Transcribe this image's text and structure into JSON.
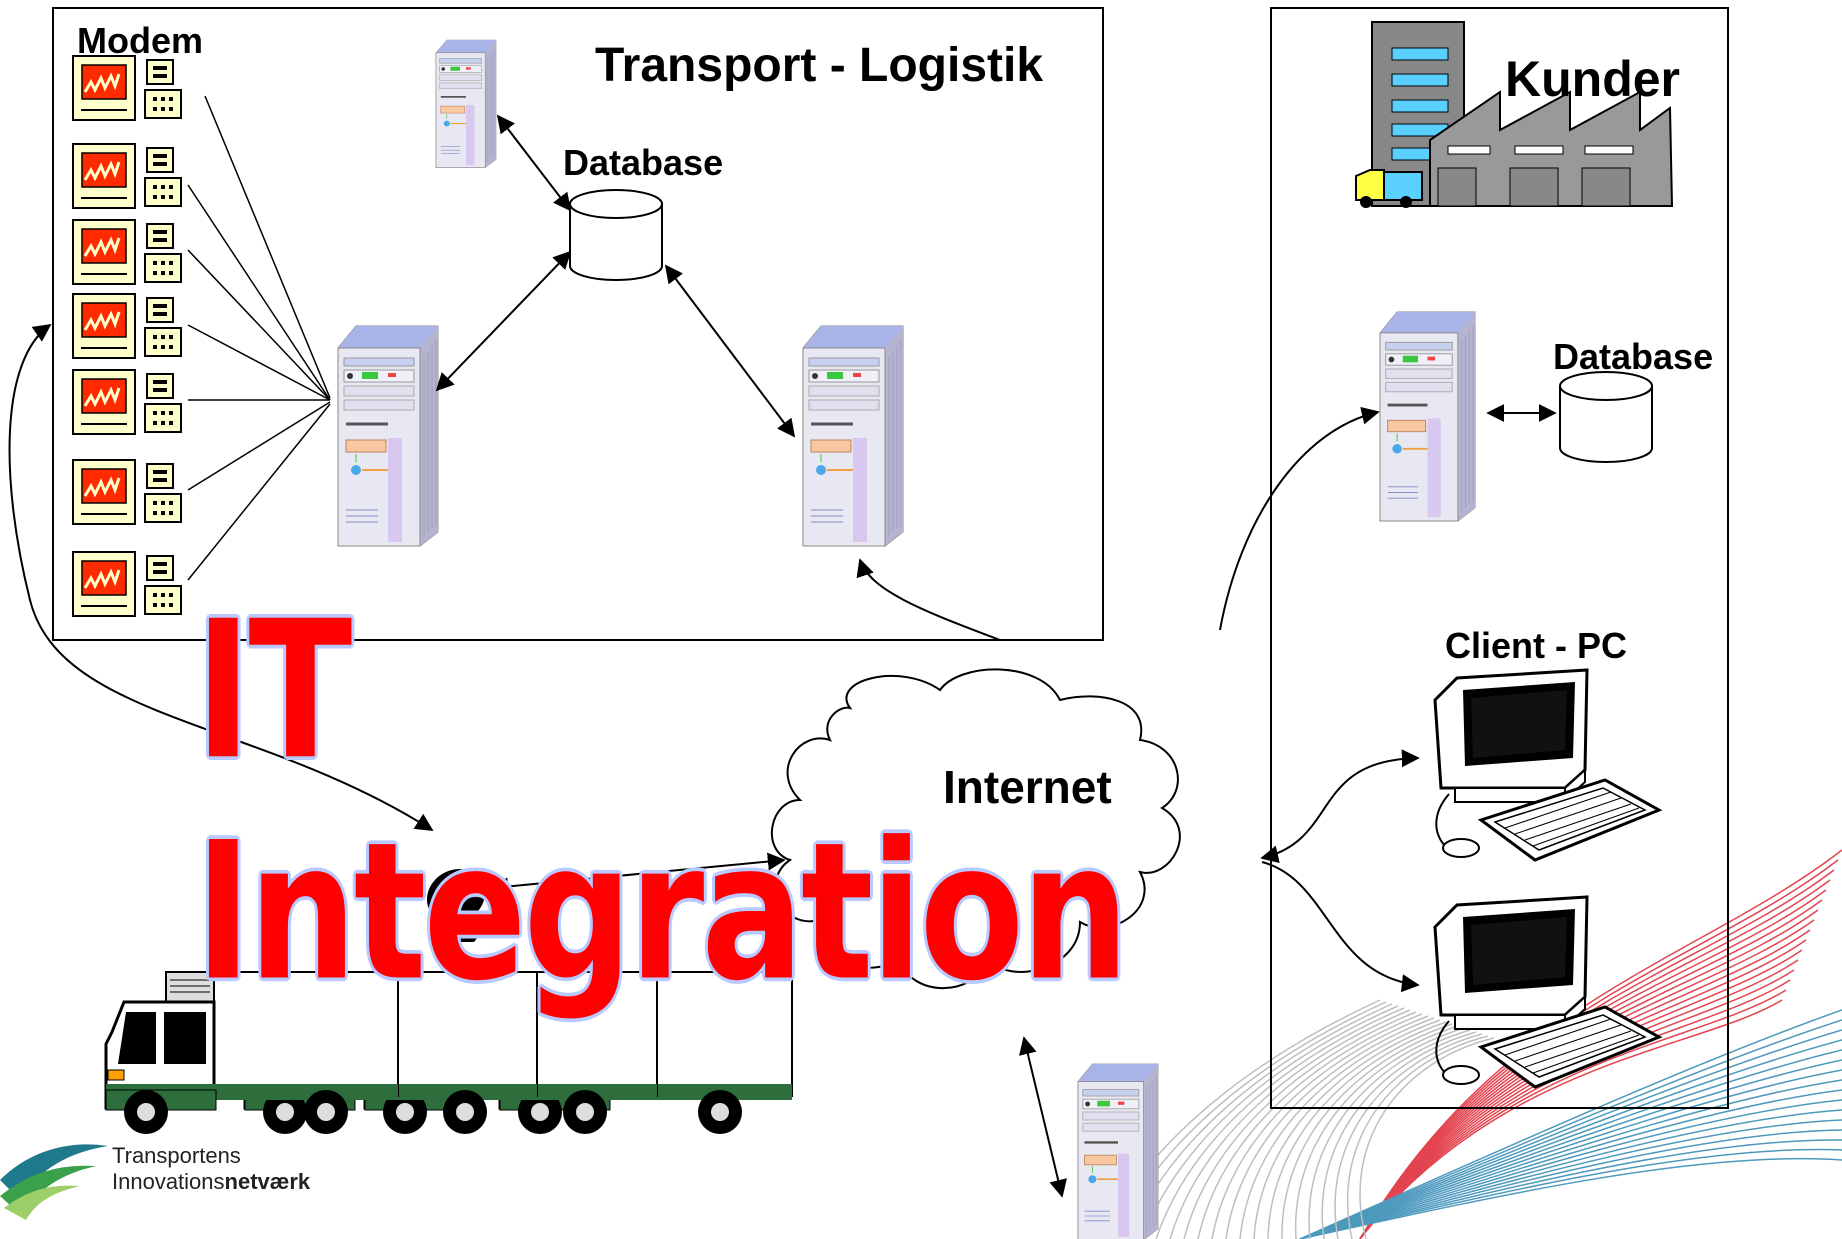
{
  "labels": {
    "transport_title": "Transport - Logistik",
    "kunder_title": "Kunder",
    "modem": "Modem",
    "database_left": "Database",
    "database_right": "Database",
    "client_pc": "Client - PC",
    "internet": "Internet",
    "big_title": "IT Integration"
  },
  "logo": {
    "line1": "Transportens",
    "line2_regular": "Innovations",
    "line2_bold": "netværk"
  },
  "colors": {
    "big_title": "#ff0000",
    "big_title_outline": "#b9c9ff",
    "modem_face": "#ffffcc",
    "modem_screen": "#ff3300",
    "server_body": "#d8d8e8",
    "decor_red": "#e0303c",
    "decor_blue": "#3a8fb8"
  }
}
